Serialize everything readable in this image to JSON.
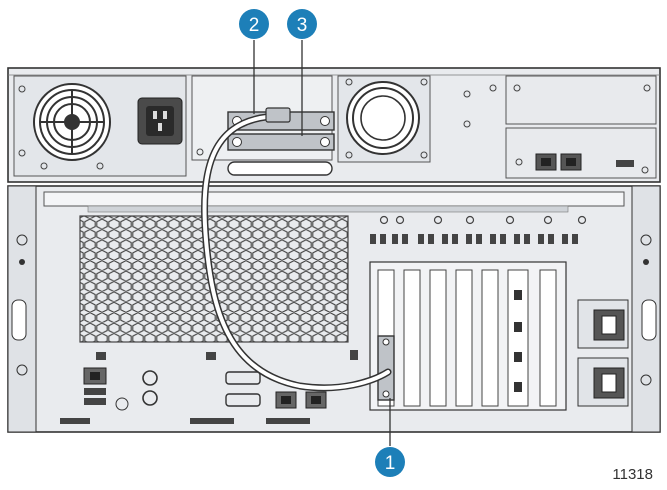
{
  "callouts": [
    {
      "label": "1"
    },
    {
      "label": "2"
    },
    {
      "label": "3"
    }
  ],
  "figure_id": "11318",
  "colors": {
    "callout": "#1d7fb8",
    "chassis": "#e9ebee",
    "outline": "#333333",
    "cable": "#ffffff"
  },
  "icons": [
    "fan-icon",
    "power-inlet-icon",
    "ethernet-port-icon",
    "usb-port-icon",
    "screw-icon"
  ]
}
